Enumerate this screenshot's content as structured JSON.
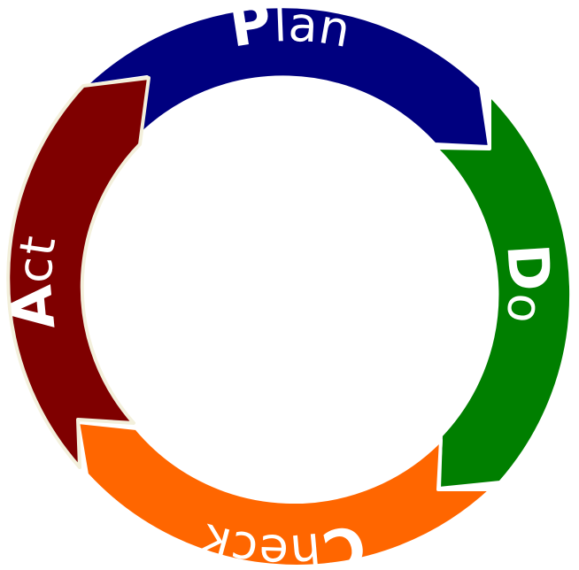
{
  "cycle": {
    "segments": [
      {
        "id": "plan",
        "initial": "P",
        "rest": "lan",
        "color": "#00007f"
      },
      {
        "id": "do",
        "initial": "D",
        "rest": "o",
        "color": "#007f00"
      },
      {
        "id": "check",
        "initial": "C",
        "rest": "heck",
        "color": "#ff6600"
      },
      {
        "id": "act",
        "initial": "A",
        "rest": "ct",
        "color": "#7f0000"
      }
    ]
  }
}
